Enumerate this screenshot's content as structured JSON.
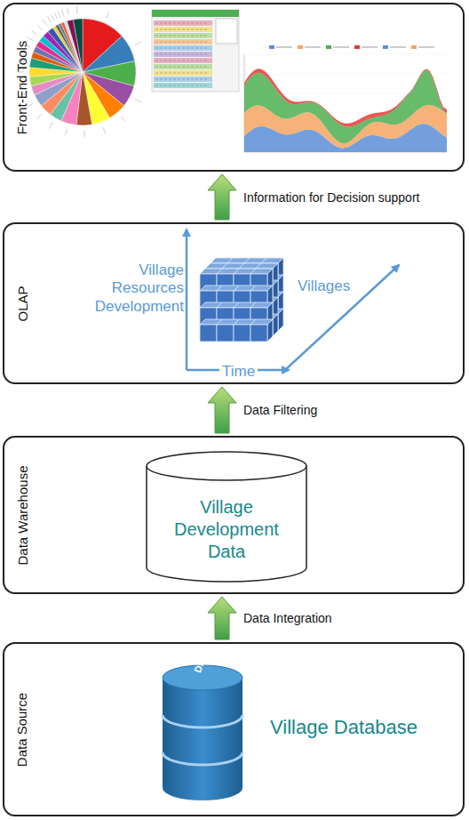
{
  "diagram": {
    "nodes": [
      {
        "text": [
          "Front-End Tools"
        ]
      },
      {
        "text": [
          "OLAP"
        ]
      },
      {
        "text": [
          "Data Warehouse"
        ]
      },
      {
        "text": [
          "Village Development Data"
        ],
        "in": 2
      },
      {
        "text": [
          "Data Source"
        ]
      },
      {
        "text": [
          "Village Database"
        ],
        "in": 4
      }
    ],
    "edges": [
      {
        "from": 4,
        "to": 2,
        "arrow": "to",
        "label": "Data Integration"
      },
      {
        "from": 2,
        "to": 1,
        "arrow": "to",
        "label": "Data Filtering"
      },
      {
        "from": 1,
        "to": 0,
        "arrow": "to",
        "label": "Information for Decision support"
      }
    ],
    "labels": [
      "DB",
      "Village Resources Development",
      "Villages",
      "Time"
    ]
  }
}
